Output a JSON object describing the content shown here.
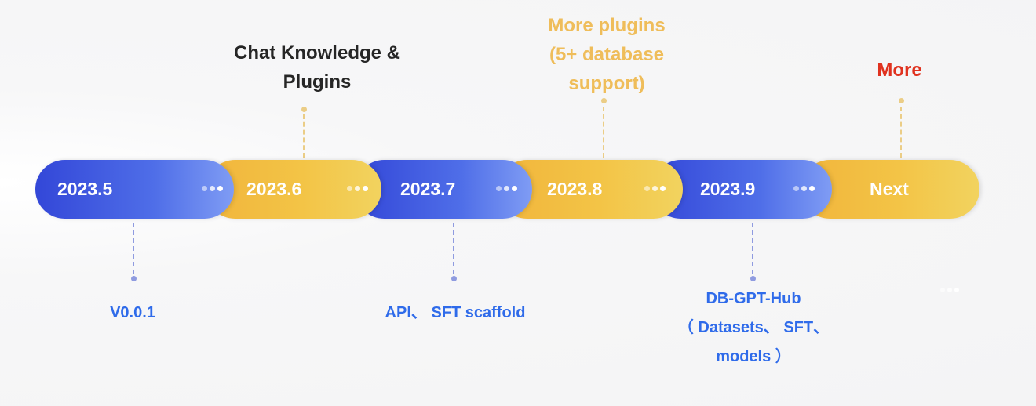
{
  "timeline": {
    "milestones": [
      {
        "date": "2023.5",
        "color": "#3f57e0",
        "caption": [
          "V0.0.1"
        ],
        "caption_color": "#2f6bea"
      },
      {
        "date": "2023.6",
        "color": "#f2c043",
        "caption": [
          "Chat Knowledge &",
          "Plugins"
        ],
        "caption_color": "#262626"
      },
      {
        "date": "2023.7",
        "color": "#3f57e0",
        "caption": [
          "API、 SFT scaffold"
        ],
        "caption_color": "#2f6bea"
      },
      {
        "date": "2023.8",
        "color": "#f2c043",
        "caption": [
          "More plugins",
          "(5+ database",
          "support)"
        ],
        "caption_color": "#efbd5a"
      },
      {
        "date": "2023.9",
        "color": "#3f57e0",
        "caption": [
          "DB-GPT-Hub",
          "（ Datasets、 SFT、",
          "models ）"
        ],
        "caption_color": "#2f6bea"
      },
      {
        "date": "Next",
        "color": "#f2c043",
        "caption": [
          "More"
        ],
        "caption_color": "#e0321f"
      }
    ]
  }
}
